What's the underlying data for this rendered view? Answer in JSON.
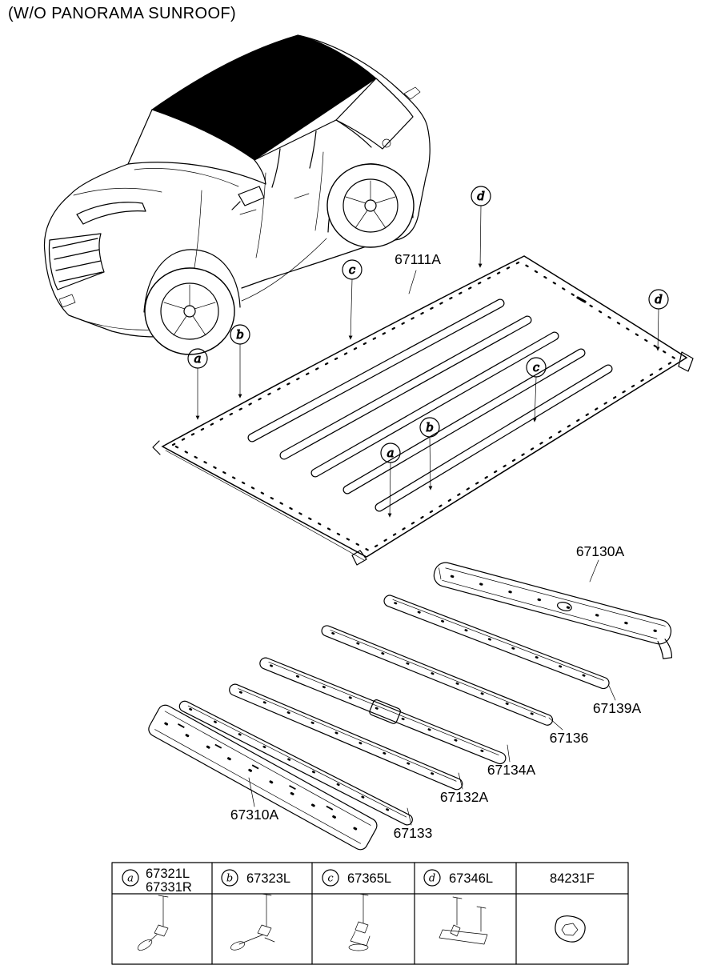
{
  "title": "(W/O PANORAMA SUNROOF)",
  "callouts": {
    "a": "a",
    "b": "b",
    "c": "c",
    "d": "d"
  },
  "parts": {
    "main": "67111A",
    "rail1": "67130A",
    "rail2": "67139A",
    "rail3": "67136",
    "rail4": "67134A",
    "rail5": "67132A",
    "rail6": "67133",
    "rail7": "67310A"
  },
  "legend": {
    "columns": [
      {
        "letter": "a",
        "numbers": [
          "67321L",
          "67331R"
        ]
      },
      {
        "letter": "b",
        "numbers": [
          "67323L"
        ]
      },
      {
        "letter": "c",
        "numbers": [
          "67365L"
        ]
      },
      {
        "letter": "d",
        "numbers": [
          "67346L"
        ]
      },
      {
        "letter": "",
        "numbers": [
          "84231F"
        ]
      }
    ]
  },
  "colors": {
    "ink": "#000000",
    "paper": "#ffffff",
    "roof_glass": "#000000"
  }
}
